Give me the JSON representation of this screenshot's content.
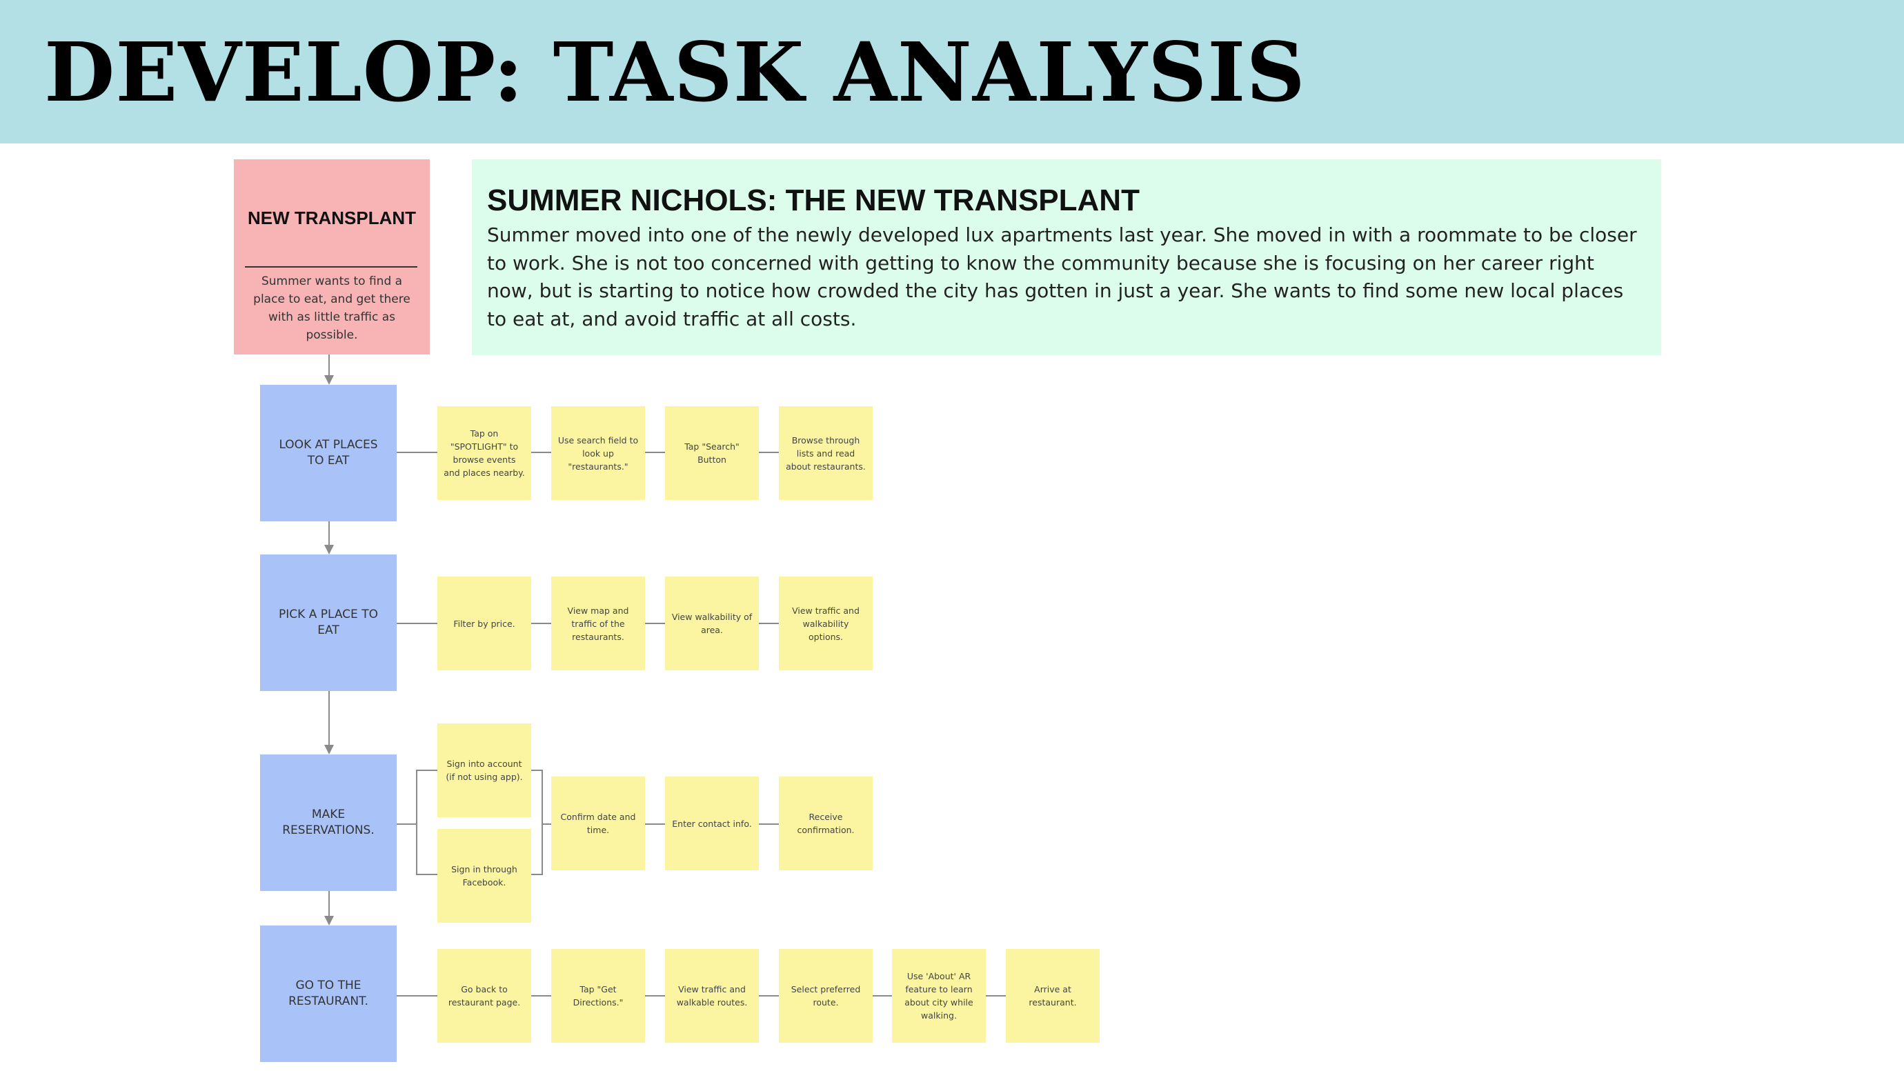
{
  "page": {
    "title": "DEVELOP: TASK ANALYSIS"
  },
  "persona": {
    "title": "NEW TRANSPLANT",
    "goal": "Summer wants to find a place to eat, and get there with as little traffic as possible."
  },
  "scenario": {
    "title": "SUMMER NICHOLS: THE NEW TRANSPLANT",
    "body": "Summer moved into one of the newly developed lux apartments last year. She moved in with a roommate to be closer to work. She is not too concerned with getting to know the community because she is focusing on her career right now, but is starting to notice how crowded the city has gotten in just a year. She wants to find some new local places to eat at, and avoid traffic at all costs."
  },
  "tasks": [
    {
      "label": "LOOK AT PLACES TO EAT",
      "steps": [
        "Tap on \"SPOTLIGHT\" to browse events and places nearby.",
        "Use search field to look up \"restaurants.\"",
        "Tap \"Search\" Button",
        "Browse through lists and read about restaurants."
      ]
    },
    {
      "label": "PICK A PLACE TO EAT",
      "steps": [
        "Filter by price.",
        "View map and traffic of the restaurants.",
        "View walkability of area.",
        "View traffic and walkability options."
      ]
    },
    {
      "label": "MAKE RESERVATIONS.",
      "alternatives": [
        "Sign into account (if not using app).",
        "Sign in through Facebook."
      ],
      "steps": [
        "Confirm date and time.",
        "Enter contact info.",
        "Receive confirmation."
      ]
    },
    {
      "label": "GO TO THE RESTAURANT.",
      "steps": [
        "Go back to restaurant page.",
        "Tap \"Get Directions.\"",
        "View traffic and walkable routes.",
        "Select preferred route.",
        "Use 'About' AR feature to learn about city while walking.",
        "Arrive at restaurant."
      ]
    }
  ],
  "colors": {
    "header_bg": "#b3e0e5",
    "persona_bg": "#f8b4b4",
    "scenario_bg": "#dcfdec",
    "task_bg": "#a9c3f8",
    "step_bg": "#fbf5a2",
    "connector": "#8a8a8a"
  }
}
